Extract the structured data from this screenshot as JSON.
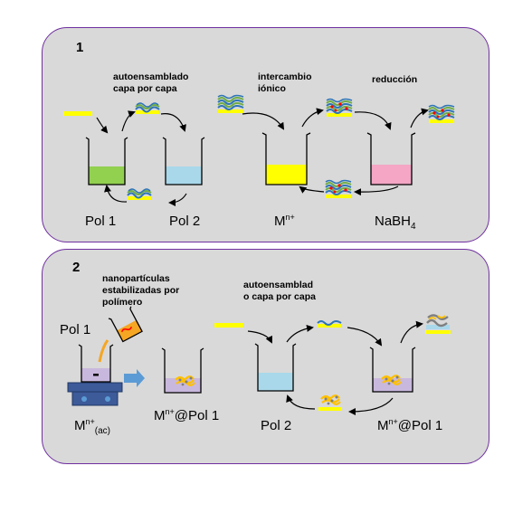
{
  "panel1": {
    "number": "1",
    "steps": {
      "lbl_assembly": "autoensamblado\ncapa por capa",
      "lbl_exchange": "intercambio\niónico",
      "lbl_reduction": "reducción"
    },
    "beakers": {
      "pol1": "Pol 1",
      "pol2": "Pol 2",
      "metal": "M",
      "metal_sup": "n+",
      "reducer": "NaBH",
      "reducer_sub": "4"
    }
  },
  "panel2": {
    "number": "2",
    "steps": {
      "lbl_nanoparticles": "nanopartículas\nestabilizadas por\npolímero",
      "lbl_assembly": "autoensamblad\no capa por capa"
    },
    "beakers": {
      "pol1": "Pol 1",
      "metal_ac": "M",
      "metal_ac_sup": "n+",
      "metal_ac_sub": "(ac)",
      "m_pol1_a": "M",
      "m_pol1_a_sup": "n+",
      "m_pol1_a_rest": "@Pol 1",
      "pol2": "Pol 2",
      "m_pol1_b": "M",
      "m_pol1_b_sup": "n+",
      "m_pol1_b_rest": "@Pol 1"
    }
  },
  "colors": {
    "panel_fill": "#d9d9d9",
    "panel_border": "#7030a0",
    "substrate": "#ffff00",
    "pol1_liquid": "#92d050",
    "pol2_liquid": "#a9d8ea",
    "metal_liquid": "#ffff00",
    "reducer_liquid": "#f4a6c4",
    "hotplate": "#3d5a99",
    "arrow_blue": "#5b9bd5"
  }
}
